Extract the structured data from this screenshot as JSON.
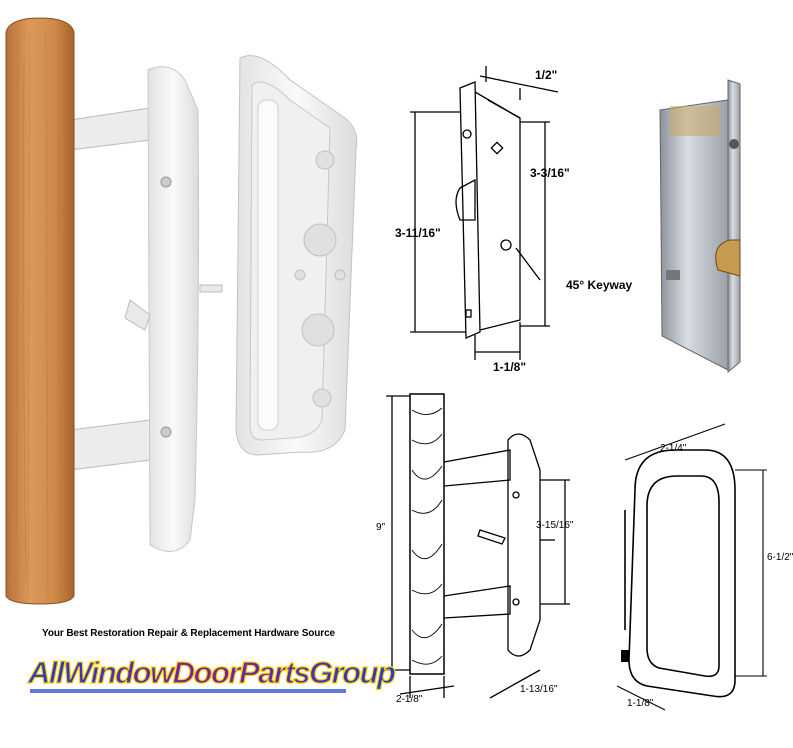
{
  "product": {
    "photo_handle": "wood-handle-set-photo",
    "photo_mortise": "mortise-lock-photo"
  },
  "dimensions": {
    "lock_width": "1/2\"",
    "lock_height_total": "3-11/16\"",
    "lock_hole_spacing": "3-3/16\"",
    "lock_keyway": "45° Keyway",
    "lock_depth": "1-1/8\"",
    "handle_height": "9\"",
    "handle_hole_spacing": "3-15/16\"",
    "handle_width": "2-1/8\"",
    "handle_depth": "1-13/16\"",
    "pull_width": "2-1/4\"",
    "pull_height": "6-1/2\"",
    "pull_depth": "1-1/8\""
  },
  "branding": {
    "tagline": "Your Best Restoration Repair & Replacement Hardware Source",
    "logo_text": "AllWindowDoorPartsGroup"
  },
  "colors": {
    "wood": "#d08a4a",
    "wood_dark": "#a9632a",
    "handle_white": "#f4f4f4",
    "logo_purple": "#7b1fa2",
    "logo_blue": "#1e3fd0",
    "logo_yellow": "#ffd400"
  }
}
